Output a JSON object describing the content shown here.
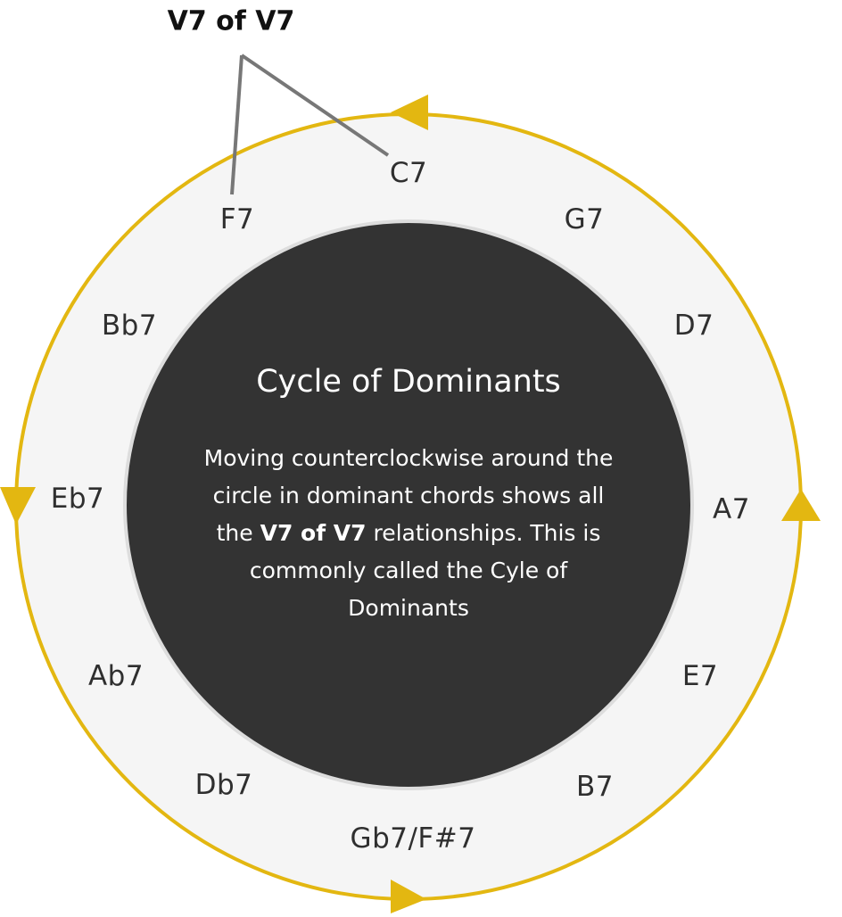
{
  "callout": {
    "label": "V7 of V7"
  },
  "center": {
    "title": "Cycle of Dominants",
    "text_before": "Moving counterclockwise around the circle in dominant chords shows all the ",
    "text_bold": "V7 of V7",
    "text_after": " relationships. This is commonly called the Cyle of Dominants"
  },
  "chords": {
    "c7": "C7",
    "g7": "G7",
    "d7": "D7",
    "a7": "A7",
    "e7": "E7",
    "b7": "B7",
    "gb7": "Gb7/F#7",
    "db7": "Db7",
    "ab7": "Ab7",
    "eb7": "Eb7",
    "bb7": "Bb7",
    "f7": "F7"
  },
  "colors": {
    "ring_stroke": "#e3b711",
    "ring_fill": "#f5f5f5",
    "center_fill": "#333333",
    "center_border": "#dddddd",
    "callout_line": "#777777",
    "chord_text": "#2f2f2f"
  }
}
